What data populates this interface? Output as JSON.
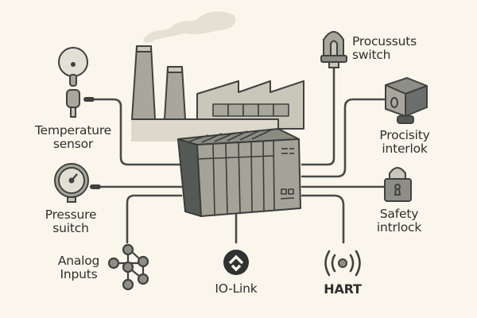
{
  "title": "PLC / I/O connectivity overview",
  "colors": {
    "background": "#fbf6ec",
    "stroke": "#3f4240",
    "fill_light": "#c9c6ba",
    "fill_mid": "#a9a79c",
    "fill_dark": "#565a57",
    "smoke": "#e8e2d6"
  },
  "center": {
    "name": "PLC rack",
    "icon": "plc-rack-icon"
  },
  "background_scene": {
    "icon": "factory-icon"
  },
  "devices": [
    {
      "id": "temperature-sensor",
      "icon": "thermometer-sensor-icon",
      "line1": "Temperature",
      "line2": "sensor"
    },
    {
      "id": "pressure-switch",
      "icon": "pressure-gauge-icon",
      "line1": "Pressure",
      "line2": "suitch"
    },
    {
      "id": "analog-inputs",
      "icon": "network-nodes-icon",
      "line1": "Analog",
      "line2": "Inputs"
    },
    {
      "id": "io-link",
      "icon": "io-link-icon",
      "line1": "IO-Link"
    },
    {
      "id": "hart",
      "icon": "wireless-signal-icon",
      "line1": "HART"
    },
    {
      "id": "safety-interlock",
      "icon": "padlock-icon",
      "line1": "Safety",
      "line2": "intrlock"
    },
    {
      "id": "proximity-interlock",
      "icon": "proximity-sensor-icon",
      "line1": "Procisity",
      "line2": "interlok"
    },
    {
      "id": "pressure-switch-top",
      "icon": "indicator-lamp-icon",
      "line1": "Procussuts",
      "line2": "switch"
    }
  ]
}
